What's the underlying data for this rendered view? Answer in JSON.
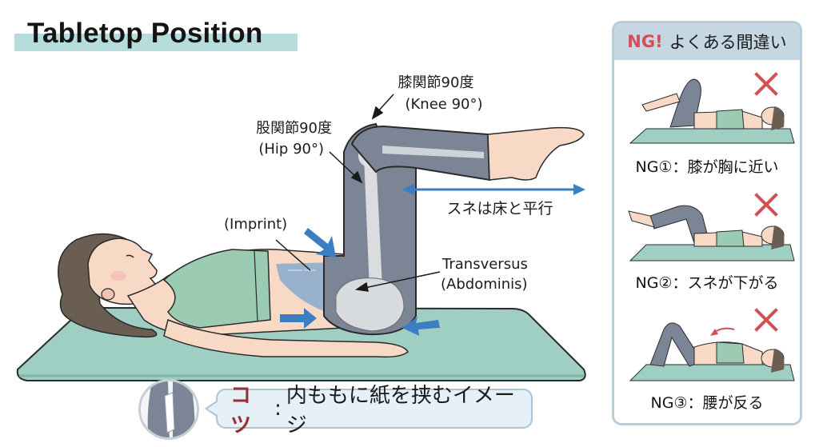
{
  "title": "Tabletop Position",
  "colors": {
    "title_band": "#b6dcdc",
    "mat": "#9fcfc2",
    "leggings": "#7b8595",
    "top": "#9ccbb3",
    "skin": "#f7d9c6",
    "hair": "#6a5d52",
    "arrow_blue": "#3b7fc2",
    "ng_red": "#d15054",
    "tip_key": "#9a2f34",
    "panel_border": "#b9ccd8",
    "panel_header": "#c4d7e3",
    "bubble_bg": "#e6f1f7"
  },
  "annotations": {
    "knee_ja": "膝関節90度",
    "knee_en": "(Knee 90°)",
    "hip_ja": "股関節90度",
    "hip_en": "(Hip 90°)",
    "shin_parallel": "スネは床と平行",
    "imprint": "(Imprint)",
    "transversus_line1": "Transversus",
    "transversus_line2": "(Abdominis)"
  },
  "tip": {
    "key": "コツ",
    "separator": ":",
    "text": "内ももに紙を挟むイメージ",
    "icon": "inner-thigh-paper-icon"
  },
  "ng_panel": {
    "header_key": "NG!",
    "header_text": "よくある間違い",
    "items": [
      {
        "caption": "NG①：膝が胸に近い",
        "mark": "x-mark-icon"
      },
      {
        "caption": "NG②：スネが下がる",
        "mark": "x-mark-icon"
      },
      {
        "caption": "NG③：腰が反る",
        "mark": "x-mark-icon"
      }
    ]
  }
}
